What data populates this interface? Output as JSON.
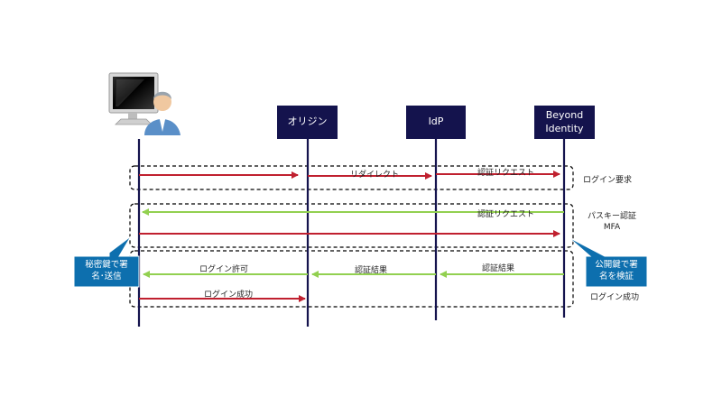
{
  "participants": {
    "origin": "オリジン",
    "idp": "IdP",
    "beyond_line1": "Beyond",
    "beyond_line2": "Identity"
  },
  "messages": {
    "redirect": "リダイレクト",
    "auth_request_1": "認証リクエスト",
    "auth_request_2": "認証リクエスト",
    "login_permit": "ログイン許可",
    "auth_result_1": "認証結果",
    "auth_result_2": "認証結果",
    "login_success": "ログイン成功"
  },
  "groups": {
    "login_request": "ログイン要求",
    "passkey_line1": "パスキー認証",
    "passkey_line2": "MFA",
    "login_success": "ログイン成功"
  },
  "callouts": {
    "left_line1": "秘密鍵で署",
    "left_line2": "名･送信",
    "right_line1": "公開鍵で署",
    "right_line2": "名を検証"
  },
  "colors": {
    "lifeline": "#14134d",
    "request_arrow": "#c0202f",
    "response_arrow": "#92d050",
    "callout": "#0d6fae",
    "group_border": "#000000"
  },
  "icons": {
    "user": "computer-user-icon"
  }
}
